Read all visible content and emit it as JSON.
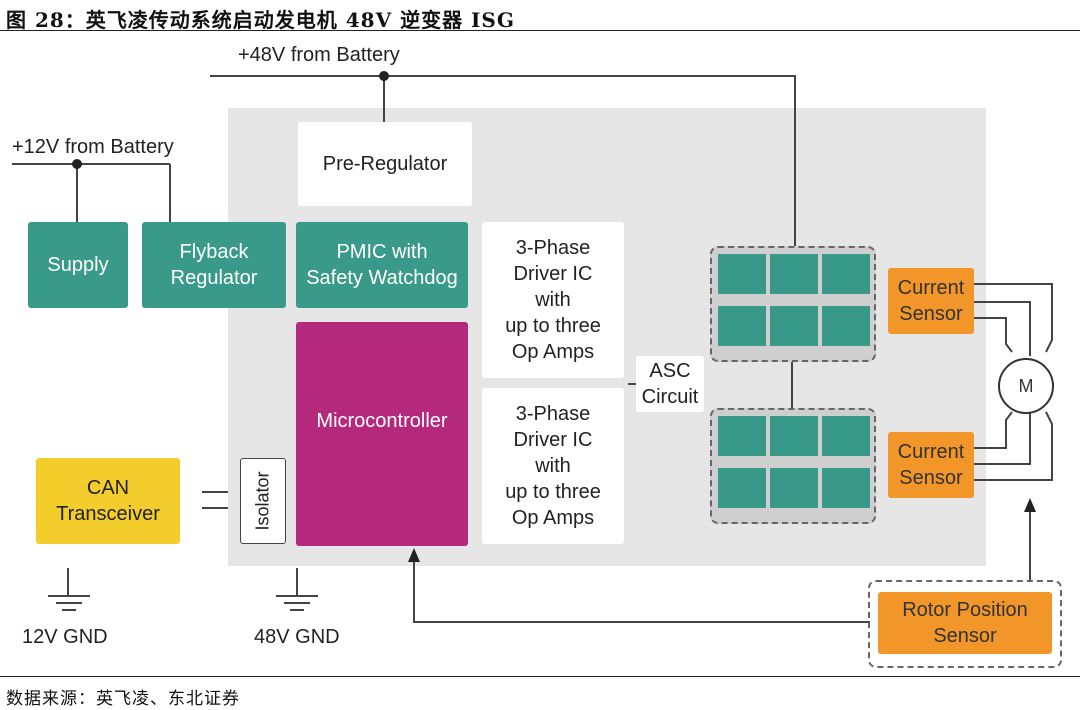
{
  "figure": {
    "title": "图 28：英飞凌传动系统启动发电机 48V 逆变器 ISG",
    "source": "数据来源：英飞凌、东北证券"
  },
  "rails": {
    "v48": "+48V from Battery",
    "v12": "+12V from Battery"
  },
  "blocks": {
    "pre_regulator": "Pre-Regulator",
    "supply": "Supply",
    "flyback": "Flyback\nRegulator",
    "pmic": "PMIC with\nSafety Watchdog",
    "driver1": "3-Phase\nDriver IC\nwith\nup to three\nOp Amps",
    "driver2": "3-Phase\nDriver IC\nwith\nup to three\nOp Amps",
    "microcontroller": "Microcontroller",
    "can": "CAN\nTransceiver",
    "isolator": "Isolator",
    "asc": "ASC\nCircuit",
    "current_sensor_1": "Current\nSensor",
    "current_sensor_2": "Current\nSensor",
    "motor": "M",
    "rotor_sensor": "Rotor Position\nSensor"
  },
  "grounds": {
    "gnd12": "12V GND",
    "gnd48": "48V GND"
  },
  "colors": {
    "teal": "#3a9a8a",
    "magenta": "#b5297d",
    "yellow": "#f2cd2b",
    "orange": "#f3962a",
    "panel": "#e6e6e6"
  }
}
